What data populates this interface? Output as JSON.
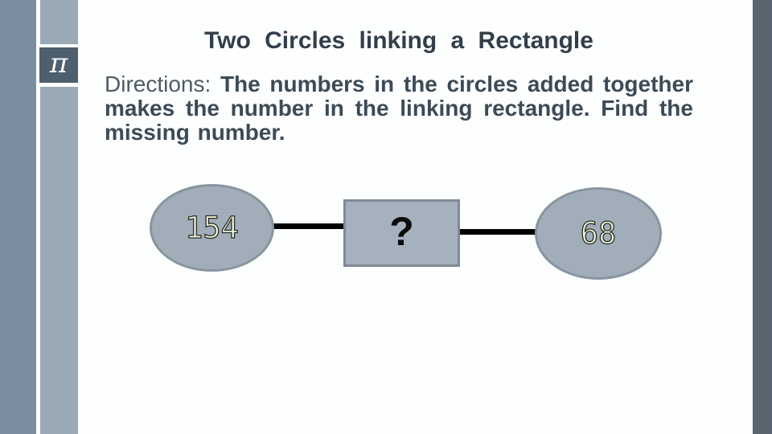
{
  "slide": {
    "title": "Two Circles linking a Rectangle",
    "directions": {
      "prefix": "Directions:",
      "line1": "The numbers in the circles added together",
      "line2": "makes the number in the linking rectangle. Find the",
      "line3": "missing number."
    },
    "sidebar": {
      "pi_symbol": "π"
    },
    "diagram": {
      "left_circle_value": "154",
      "link_rectangle_value": "?",
      "right_circle_value": "68"
    },
    "colors": {
      "outer_stripe": "#7c8da0",
      "inner_stripe": "#9aa9b6",
      "pi_square_bg": "#4e5f6e",
      "right_stripe": "#5a6571",
      "title_text": "#333e4b",
      "directions_prefix_text": "#4e5a66",
      "directions_text": "#3d4a57",
      "shape_fill": "#a1aeba",
      "shape_border": "#8895a1",
      "connector": "#000000",
      "number_fill": "#f4f6dd",
      "number_outline": "#272d24"
    }
  }
}
